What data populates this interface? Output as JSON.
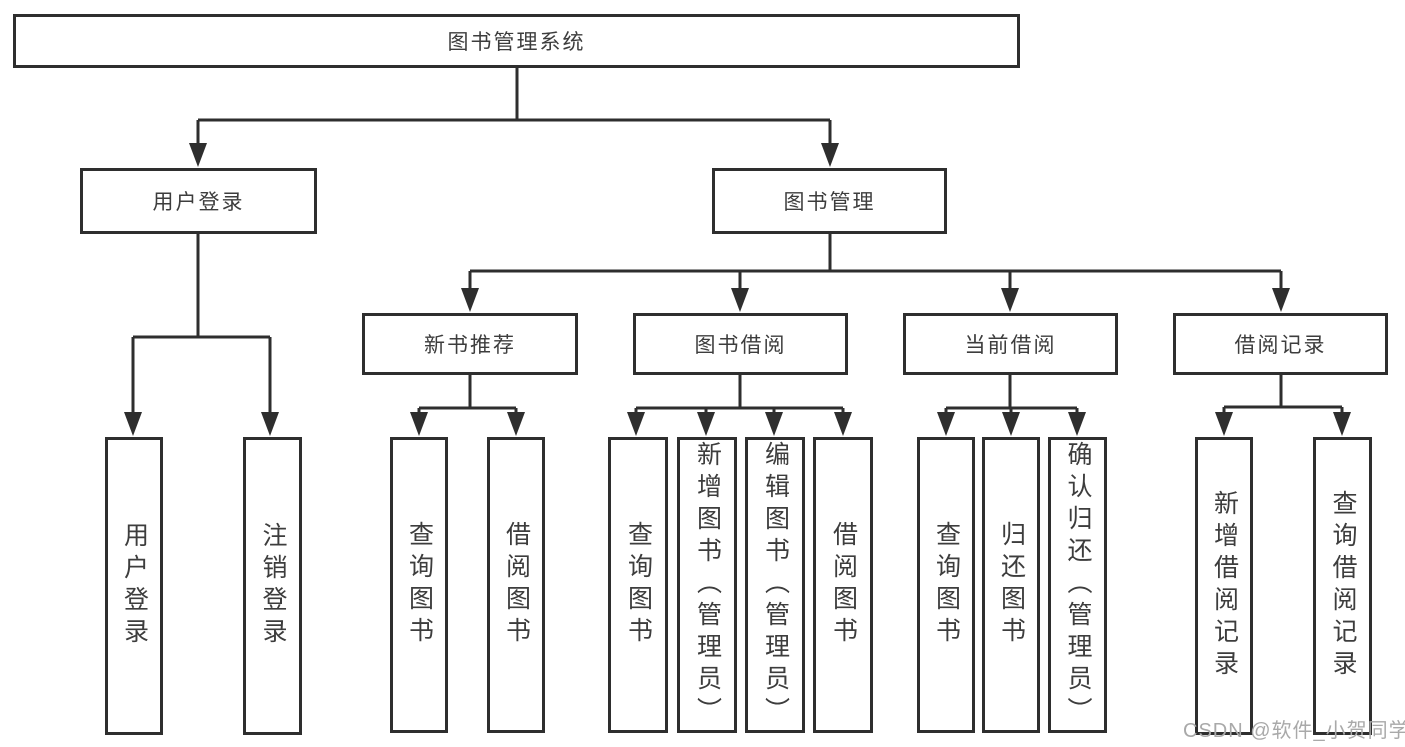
{
  "tree": {
    "root": "图书管理系统",
    "branches": [
      {
        "label": "用户登录",
        "children": [
          "用户登录",
          "注销登录"
        ]
      },
      {
        "label": "图书管理",
        "children": [
          {
            "label": "新书推荐",
            "children": [
              "查询图书",
              "借阅图书"
            ]
          },
          {
            "label": "图书借阅",
            "children": [
              "查询图书",
              "新增图书（管理员）",
              "编辑图书（管理员）",
              "借阅图书"
            ]
          },
          {
            "label": "当前借阅",
            "children": [
              "查询图书",
              "归还图书",
              "确认归还（管理员）"
            ]
          },
          {
            "label": "借阅记录",
            "children": [
              "新增借阅记录",
              "查询借阅记录"
            ]
          }
        ]
      }
    ]
  },
  "watermark": "CSDN @软件_小贺同学",
  "colors": {
    "line": "#2e2e2e",
    "box_border": "#2e2e2e",
    "text": "#3d3d3d",
    "watermark": "#a9a9a9",
    "background": "#ffffff"
  }
}
